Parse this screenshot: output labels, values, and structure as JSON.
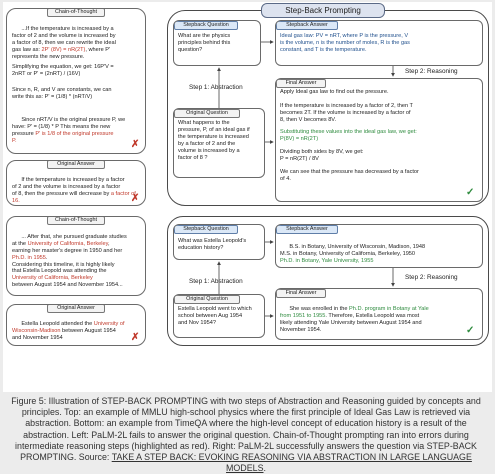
{
  "top": {
    "banner": "Step-Back Prompting",
    "cot_title": "Chain-of-Thought",
    "cot_p1a": "...If the temperature is increased by a\nfactor of 2 and the volume is increased by\na factor of 8, then we can rewrite the ideal\ngas law as: ",
    "cot_p1b": "2P' (8V) = nR(2T)",
    "cot_p1c": ", where P'\nrepresents the new pressure.",
    "cot_p2": "Simplifying the equation, we get: 16P'V =\n2nRT or P' = (2nRT) / (16V)",
    "cot_p3": "Since n, R, and V are constants, we can\nwrite this as: P' = (1/8) * (nRT/V)",
    "cot_p4a": "Since nRT/V is the original pressure P, we\nhave: P' = (1/8) * P This means the new\npressure ",
    "cot_p4b": "P' is 1/8 of the original pressure\nP.",
    "orig_answer_title": "Original Answer",
    "orig_answer_a": "If the temperature is increased by a factor\nof 2 and the volume is increased by a factor\nof 8, then the pressure will decrease by ",
    "orig_answer_b": "a factor of\n16.",
    "stepback_q_title": "Stepback Question",
    "stepback_q": "What are the physics\nprinciples behind this\nquestion?",
    "stepback_a_title": "Stepback Answer",
    "stepback_a": "Ideal gas law: PV = nRT, where P is the pressure, V\nis the volume, n is the number of moles, R is the gas\nconstant, and T is the temperature.",
    "orig_q_title": "Original Question",
    "orig_q": "What happens to the\npressure, P, of an ideal gas if\nthe temperature is increased\nby a factor of 2 and the\nvolume is increased by a\nfactor of 8 ?",
    "step1": "Step 1: Abstraction",
    "step2": "Step 2: Reasoning",
    "final_title": "Final Answer",
    "final_p1": "Apply Ideal gas law to find out the pressure.",
    "final_p2": "If the temperature is increased by a factor of 2, then T\nbecomes 2T. If the volume is increased by a factor of\n8, then V becomes 8V.",
    "final_p3": "Substituting these values into the ideal gas law, we get:\nP(8V) = nR(2T)",
    "final_p4": "Dividing both sides by 8V, we get:\nP = nR(2T) / 8V",
    "final_p5": "We can see that the pressure has decreased by a factor\nof 4."
  },
  "bottom": {
    "cot_title": "Chain-of-Thought",
    "cot_a": "... After that, she pursued graduate studies\nat the ",
    "cot_b": "University of California, Berkeley",
    "cot_c": ",\nearning her master's degree in 1950 and her\n",
    "cot_d": "Ph.D. in 1955",
    "cot_e": ".\nConsidering this timeline, it is highly likely\nthat Estella Leopold was attending the\n",
    "cot_f": "University of California, Berkeley",
    "cot_g": "\nbetween August 1954 and November 1954...",
    "orig_answer_title": "Original Answer",
    "orig_answer_a": "Estella Leopold attended the ",
    "orig_answer_b": "University of\nWisconsin-Madison",
    "orig_answer_c": " between August 1954\nand November 1954",
    "stepback_q_title": "Stepback Question",
    "stepback_q": "What was Estella Leopold's\neducation history?",
    "stepback_a_title": "Stepback Answer",
    "stepback_a1": "B.S. in Botany, University of Wisconsin, Madison, 1948\nM.S. in Botany, University of California, Berkeley, 1950\n",
    "stepback_a2": "Ph.D. in Botany, Yale University, 1955",
    "orig_q_title": "Original Question",
    "orig_q": "Estella Leopold went to which\nschool between Aug 1954\nand Nov 1954?",
    "step1": "Step 1: Abstraction",
    "step2": "Step 2: Reasoning",
    "final_title": "Final Answer",
    "final_a": "She was enrolled in the ",
    "final_b": "Ph.D. program in Botany at Yale\nfrom 1951 to 1955",
    "final_c": ". Therefore, Estella Leopold was most\nlikely attending Yale University between August 1954 and\nNovember 1954."
  },
  "caption": {
    "text": "Figure 5: Illustration of STEP-BACK PROMPTING with two steps of Abstraction and Reasoning guided by concepts and principles. Top: an example of MMLU high-school physics where the first principle of Ideal Gas Law is retrieved via abstraction. Bottom: an example from TimeQA where the high-level concept of education history is a result of the abstraction. Left: PaLM-2L fails to answer the original question. Chain-of-Thought prompting ran into errors during intermediate reasoning steps (highlighted as red). Right: PaLM-2L successfully answers the question via STEP-BACK PROMPTING. Source: ",
    "link": "TAKE A STEP BACK: EVOKING REASONING VIA ABSTRACTION IN LARGE LANGUAGE MODELS",
    "end": "."
  },
  "colors": {
    "error": "#c0392b",
    "correct": "#2e8b3e",
    "link": "#2a64b4"
  },
  "icons": [
    "cross-icon",
    "check-icon"
  ]
}
